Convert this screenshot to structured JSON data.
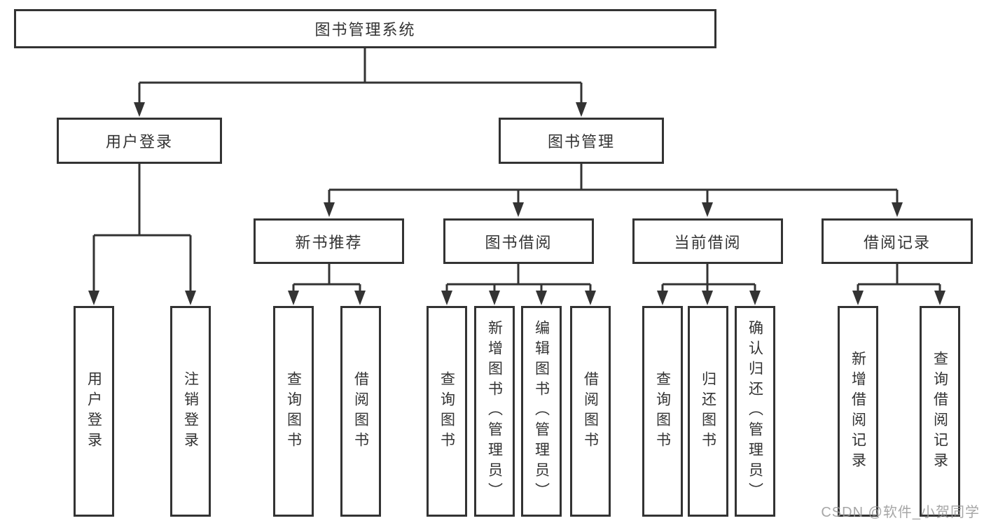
{
  "diagram": {
    "root": "图书管理系统",
    "branches": [
      {
        "label": "用户登录",
        "children": [
          {
            "label": "用户登录"
          },
          {
            "label": "注销登录"
          }
        ]
      },
      {
        "label": "图书管理",
        "children": [
          {
            "label": "新书推荐",
            "children": [
              {
                "label": "查询图书"
              },
              {
                "label": "借阅图书"
              }
            ]
          },
          {
            "label": "图书借阅",
            "children": [
              {
                "label": "查询图书"
              },
              {
                "label": "新增图书（管理员）"
              },
              {
                "label": "编辑图书（管理员）"
              },
              {
                "label": "借阅图书"
              }
            ]
          },
          {
            "label": "当前借阅",
            "children": [
              {
                "label": "查询图书"
              },
              {
                "label": "归还图书"
              },
              {
                "label": "确认归还（管理员）"
              }
            ]
          },
          {
            "label": "借阅记录",
            "children": [
              {
                "label": "新增借阅记录"
              },
              {
                "label": "查询借阅记录"
              }
            ]
          }
        ]
      }
    ]
  },
  "watermark": "CSDN @软件_小贺同学",
  "colors": {
    "line": "#333333",
    "border": "#333333",
    "text": "#333333",
    "watermark": "#969696",
    "background": "#ffffff"
  }
}
